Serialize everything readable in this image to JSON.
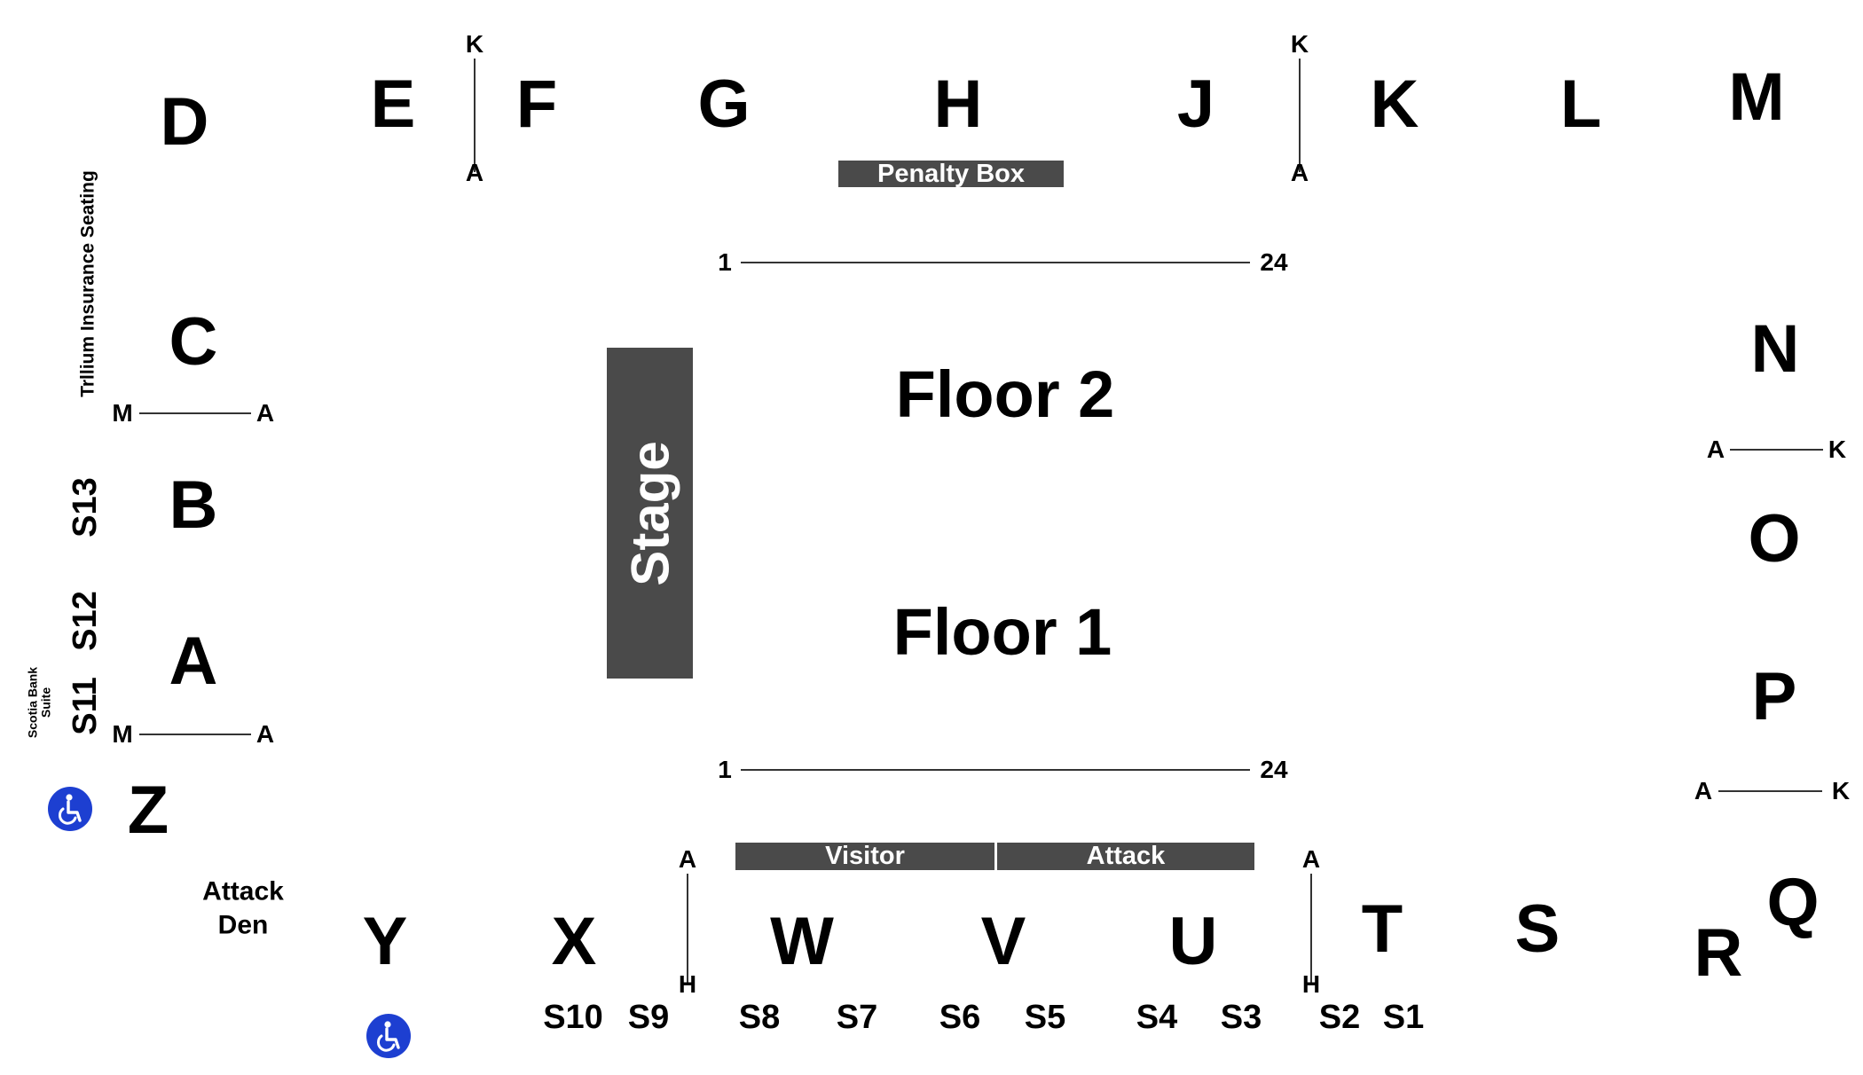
{
  "sections": {
    "top": {
      "D": "D",
      "E": "E",
      "F": "F",
      "G": "G",
      "H": "H",
      "J": "J",
      "K": "K",
      "L": "L",
      "M": "M"
    },
    "left": {
      "C": "C",
      "B": "B",
      "A": "A",
      "Z": "Z"
    },
    "right": {
      "N": "N",
      "O": "O",
      "P": "P",
      "Q": "Q",
      "R": "R"
    },
    "bottom": {
      "Y": "Y",
      "X": "X",
      "W": "W",
      "V": "V",
      "U": "U",
      "T": "T",
      "S": "S"
    }
  },
  "floors": {
    "floor2": "Floor 2",
    "floor1": "Floor 1"
  },
  "stage": "Stage",
  "bars": {
    "penalty_box": "Penalty Box",
    "visitor": "Visitor",
    "attack": "Attack"
  },
  "row_markers": {
    "top_left_start": "K",
    "top_left_end": "A",
    "top_right_start": "K",
    "top_right_end": "A",
    "floor2_start": "1",
    "floor2_end": "24",
    "floor1_start": "1",
    "floor1_end": "24",
    "left_upper_start": "M",
    "left_upper_end": "A",
    "left_lower_start": "M",
    "left_lower_end": "A",
    "right_upper_start": "A",
    "right_upper_end": "K",
    "right_lower_start": "A",
    "right_lower_end": "K",
    "bottom_left_start": "A",
    "bottom_left_end": "H",
    "bottom_right_start": "A",
    "bottom_right_end": "H"
  },
  "suites": {
    "left": [
      "S13",
      "S12",
      "S11"
    ],
    "bottom": [
      "S10",
      "S9",
      "S8",
      "S7",
      "S6",
      "S5",
      "S4",
      "S3",
      "S2",
      "S1"
    ]
  },
  "notes": {
    "trillium": "Trllium Insurance Seating",
    "scotia_line1": "Scotia Bank",
    "scotia_line2": "Suite",
    "attack_den_line1": "Attack",
    "attack_den_line2": "Den"
  },
  "icons": [
    "wheelchair-icon",
    "wheelchair-icon"
  ],
  "colors": {
    "bar": "#4a4a4a",
    "accessible": "#1d3fd1",
    "text": "#000000"
  }
}
